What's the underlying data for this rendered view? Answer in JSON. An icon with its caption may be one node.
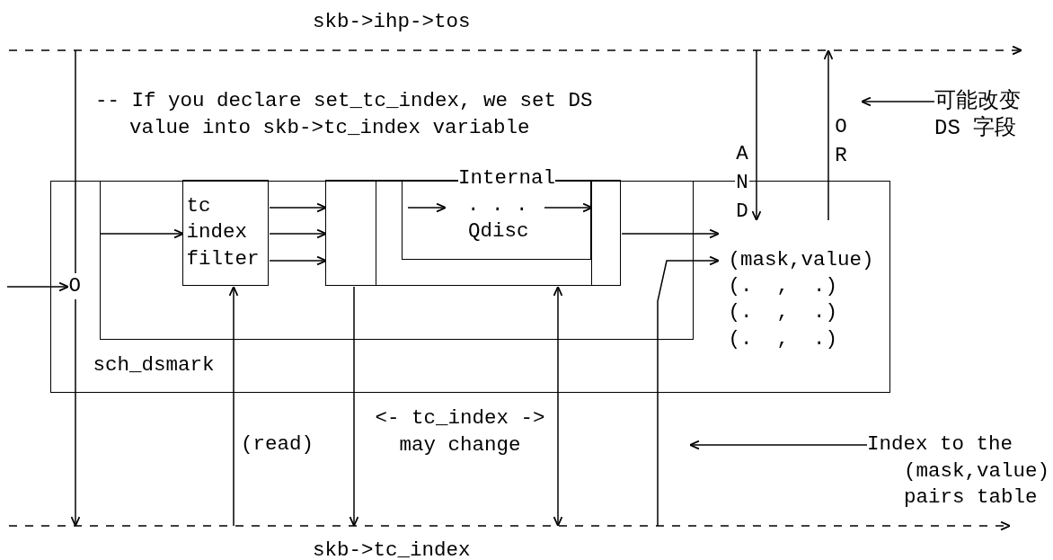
{
  "diagram": {
    "nodes": [
      {
        "text": [
          "skb->ihp->tos"
        ]
      },
      {
        "text": [
          "可能改变DS 字段"
        ]
      },
      {
        "text": [
          "sch_dsmark"
        ]
      },
      {
        "text": [
          "O"
        ],
        "in": 2
      },
      {
        "text": [],
        "shape": "box",
        "in": 2
      },
      {
        "text": [
          "tc index filter"
        ],
        "in": 4
      },
      {
        "text": [],
        "shape": "box",
        "in": 4
      },
      {
        "text": [],
        "shape": "box",
        "in": 6
      },
      {
        "text": [
          "Internal",
          ". . .",
          "Qdisc"
        ],
        "in": 6
      },
      {
        "text": [],
        "shape": "box",
        "in": 6
      },
      {
        "text": [
          "(mask,value)",
          "(.  ,  .)",
          "(.  ,  .)",
          "(.  ,  .)"
        ],
        "in": 2
      },
      {
        "text": [
          "Index to the (mask,value) pairs table"
        ]
      },
      {
        "text": [
          "skb->tc_index"
        ]
      }
    ],
    "edges": [
      {
        "from": null,
        "to": 3,
        "arrow": "to"
      },
      {
        "from": 0,
        "to": 3,
        "arrow": "none"
      },
      {
        "from": 3,
        "to": 12,
        "arrow": "to"
      },
      {
        "from": 4,
        "to": 5,
        "arrow": "to"
      },
      {
        "from": 5,
        "to": 7,
        "arrow": "to"
      },
      {
        "from": 5,
        "to": 7,
        "arrow": "to"
      },
      {
        "from": 5,
        "to": 7,
        "arrow": "to"
      },
      {
        "from": 7,
        "to": 12,
        "arrow": "to"
      },
      {
        "from": 12,
        "to": 5,
        "arrow": "to"
      },
      {
        "from": 6,
        "to": 12,
        "arrow": "both"
      },
      {
        "from": 9,
        "to": 10,
        "arrow": "to"
      },
      {
        "from": 12,
        "to": 10,
        "arrow": "to"
      },
      {
        "from": 0,
        "to": 10,
        "arrow": "to",
        "label": "AND"
      },
      {
        "from": 10,
        "to": 0,
        "arrow": "to",
        "label": "OR"
      },
      {
        "from": 1,
        "to": null,
        "arrow": "to"
      },
      {
        "from": 11,
        "to": null,
        "arrow": "to"
      },
      {
        "from": 8,
        "to": 9,
        "arrow": "to"
      }
    ],
    "labels": [
      "-- If you declare set_tc_index, we set DS value into skb->tc_index variable",
      "<- tc_index -> may change",
      "(read)"
    ]
  }
}
